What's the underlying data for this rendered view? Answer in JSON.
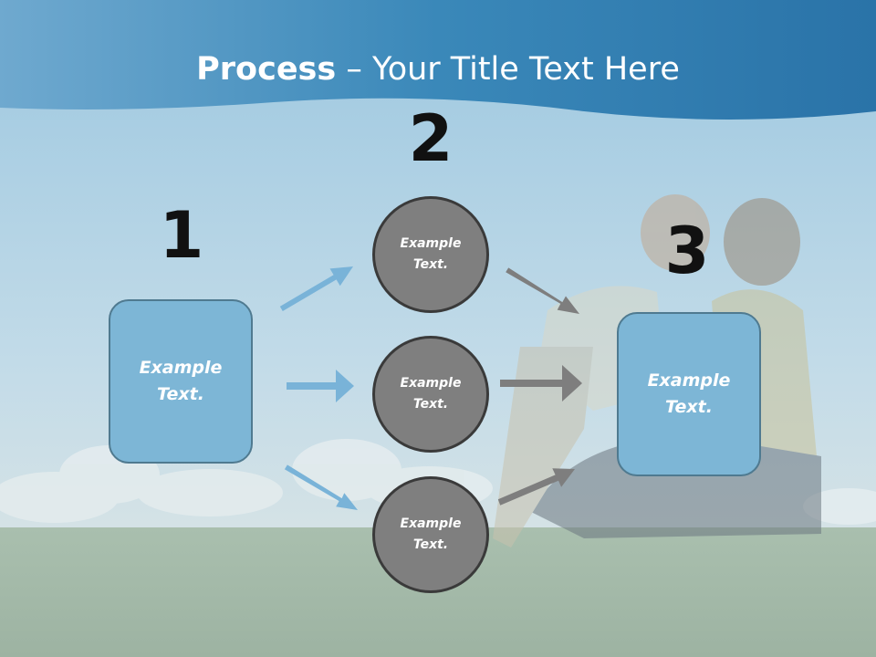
{
  "slide": {
    "title_bold": "Process",
    "title_rest": " – Your Title Text Here"
  },
  "steps": [
    {
      "number": "1",
      "text": "Example\nText."
    },
    {
      "number": "2",
      "items": [
        "Example\nText.",
        "Example\nText.",
        "Example\nText."
      ]
    },
    {
      "number": "3",
      "text": "Example\nText."
    }
  ],
  "colors": {
    "header_band": "#2f7fb0",
    "box_fill": "#7db6d6",
    "circle_fill": "#7f7f7f",
    "arrow_blue": "#79b3d8",
    "arrow_gray": "#7e7e7e"
  }
}
